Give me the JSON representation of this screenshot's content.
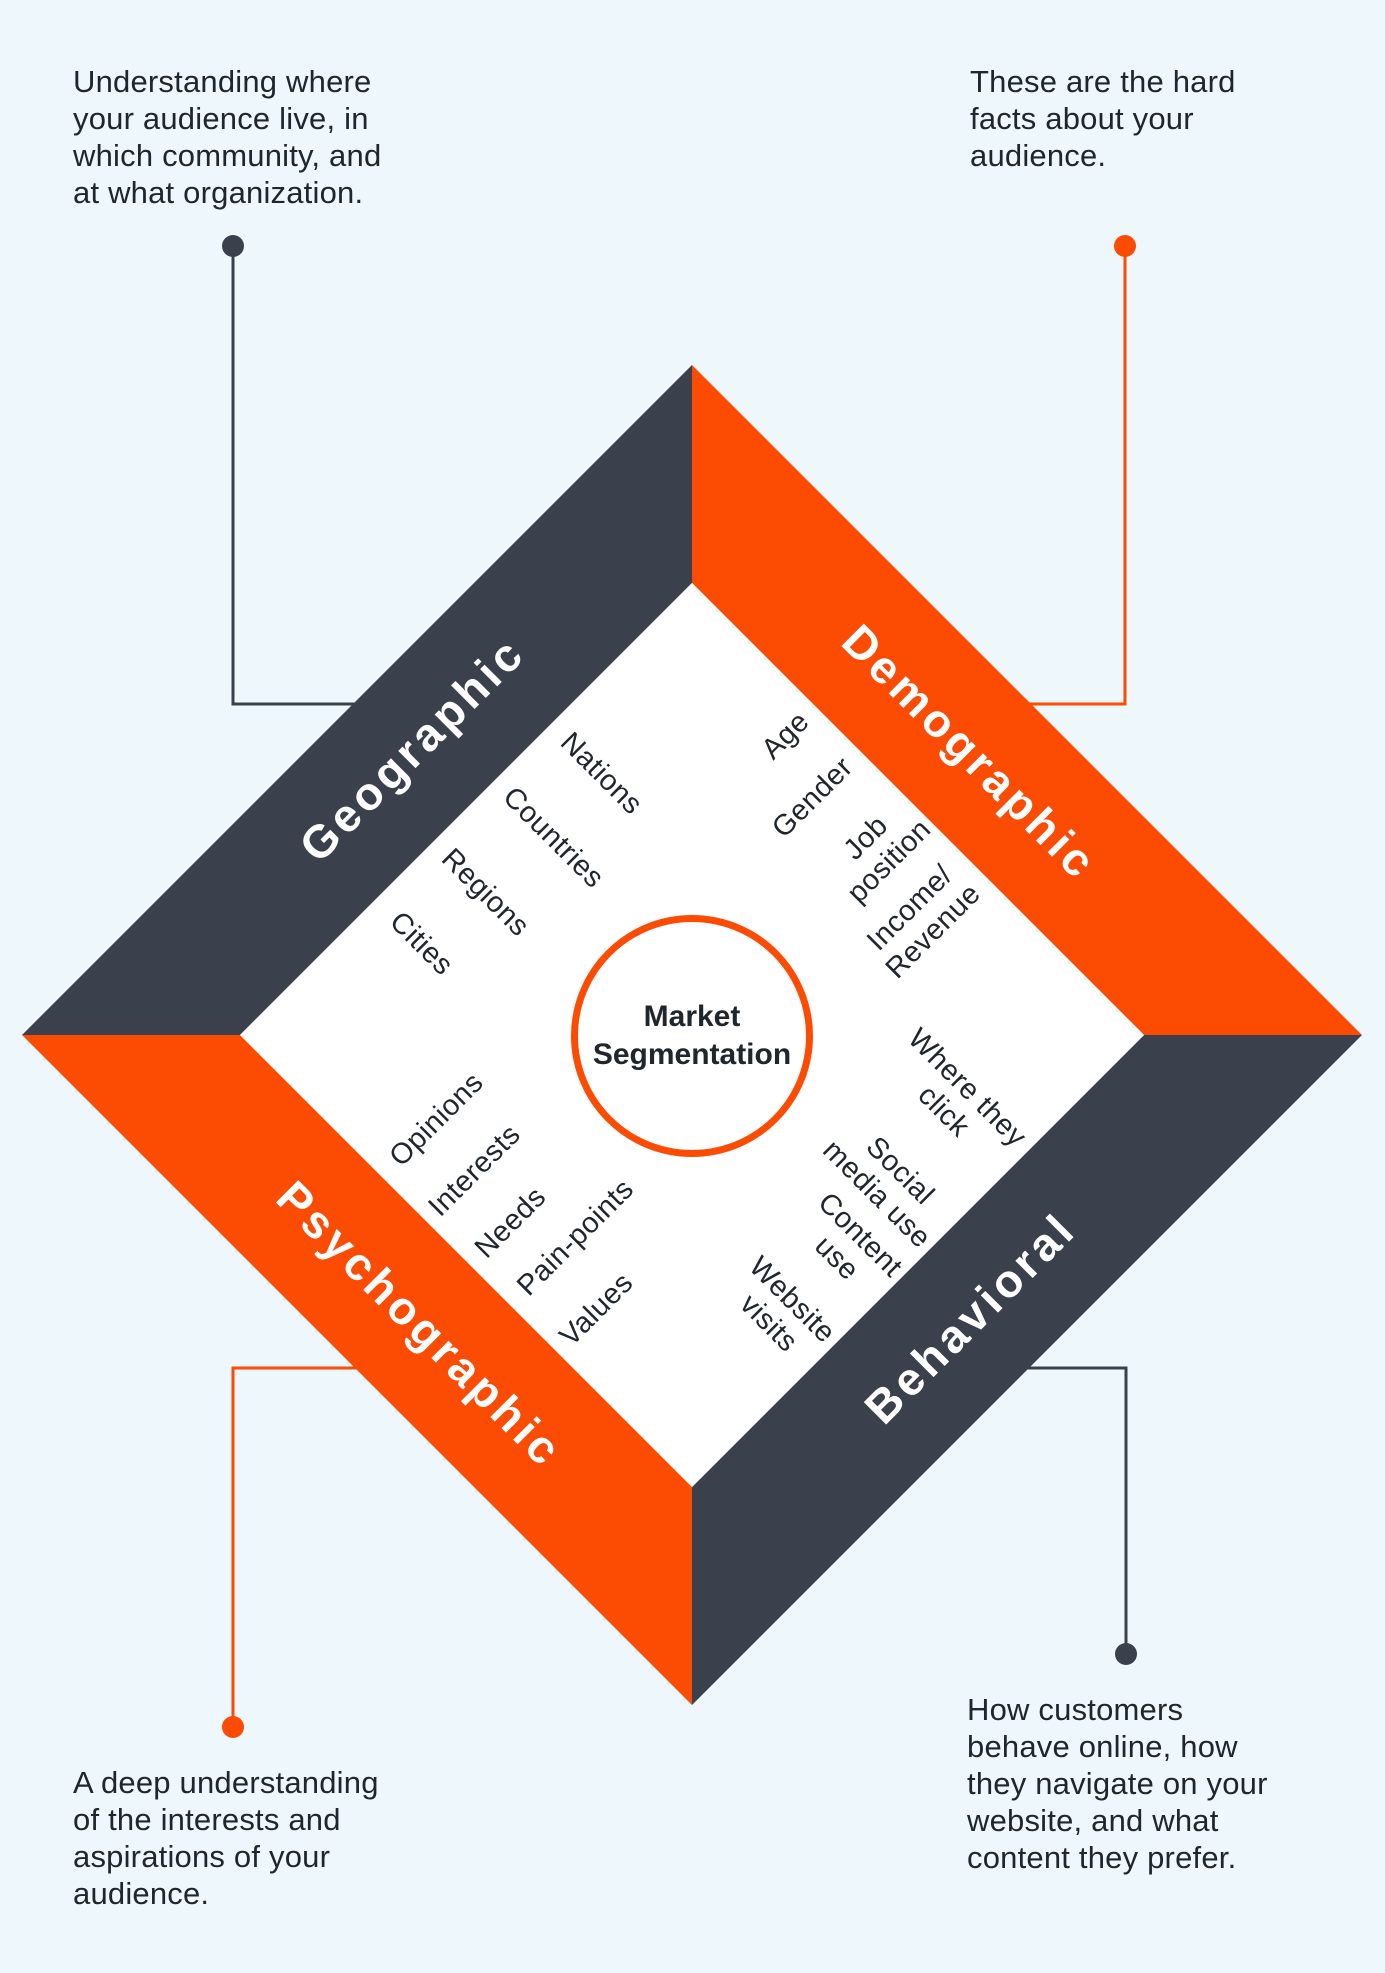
{
  "colors": {
    "background": "#eef7fb",
    "dark": "#3a414c",
    "orange": "#fc4b03",
    "ink": "#20262e",
    "white": "#ffffff"
  },
  "center_circle": {
    "lines": [
      "Market",
      "Segmentation"
    ]
  },
  "quadrants": {
    "geographic": {
      "band_label": "Geographic",
      "note_lines": [
        "Understanding where",
        "your audience live, in",
        "which community, and",
        "at what organization."
      ],
      "items": [
        [
          "Nations"
        ],
        [
          "Countries"
        ],
        [
          "Regions"
        ],
        [
          "Cities"
        ]
      ]
    },
    "demographic": {
      "band_label": "Demographic",
      "note_lines": [
        "These are the hard",
        "facts about your",
        "audience."
      ],
      "items": [
        [
          "Age"
        ],
        [
          "Gender"
        ],
        [
          "Job",
          "position"
        ],
        [
          "Income/",
          "Revenue"
        ]
      ]
    },
    "psychographic": {
      "band_label": "Psychographic",
      "note_lines": [
        "A deep understanding",
        "of the interests and",
        "aspirations of your",
        "audience."
      ],
      "items": [
        [
          "Opinions"
        ],
        [
          "Interests"
        ],
        [
          "Needs"
        ],
        [
          "Pain-points"
        ],
        [
          "Values"
        ]
      ]
    },
    "behavioral": {
      "band_label": "Behavioral",
      "note_lines": [
        "How customers",
        "behave online, how",
        "they navigate on your",
        "website, and what",
        "content they prefer."
      ],
      "items": [
        [
          "Where they",
          "click"
        ],
        [
          "Social",
          "media use"
        ],
        [
          "Content",
          "use"
        ],
        [
          "Website",
          "visits"
        ]
      ]
    }
  }
}
